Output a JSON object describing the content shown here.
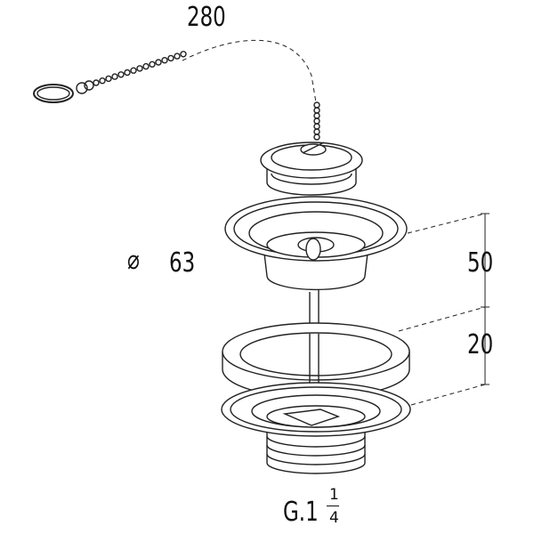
{
  "dimensions": {
    "chain_length": "280",
    "diameter_symbol": "⌀",
    "diameter": "63",
    "height_upper": "50",
    "height_lower": "20",
    "thread_prefix": "G.1",
    "thread_frac_num": "1",
    "thread_frac_den": "4"
  }
}
